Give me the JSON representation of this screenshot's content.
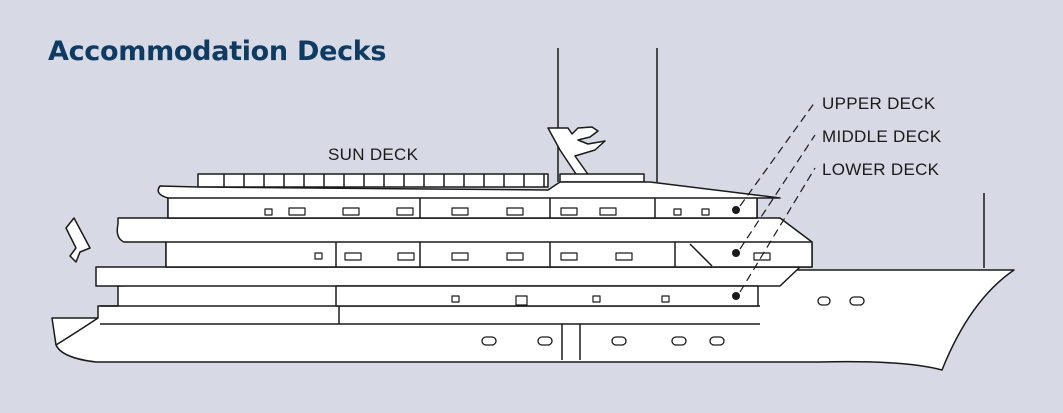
{
  "title": "Accommodation Decks",
  "labels": {
    "sun_deck": "SUN DECK",
    "upper_deck": "UPPER DECK",
    "middle_deck": "MIDDLE DECK",
    "lower_deck": "LOWER DECK"
  },
  "colors": {
    "background": "#d7d9e5",
    "title": "#0f3b63",
    "hull": "#ffffff",
    "outline": "#1a1a1a"
  }
}
